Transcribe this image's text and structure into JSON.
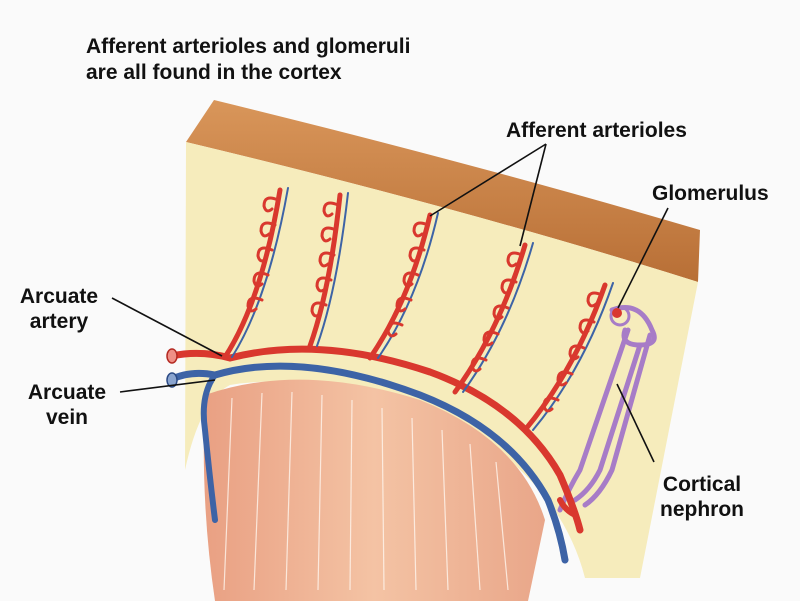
{
  "heading": {
    "line1": "Afferent arterioles and glomeruli",
    "line2": "are all found in the cortex"
  },
  "labels": {
    "afferent_arterioles": "Afferent arterioles",
    "glomerulus": "Glomerulus",
    "arcuate_artery_line1": "Arcuate",
    "arcuate_artery_line2": "artery",
    "arcuate_vein_line1": "Arcuate",
    "arcuate_vein_line2": "vein",
    "cortical_nephron_line1": "Cortical",
    "cortical_nephron_line2": "nephron"
  },
  "colors": {
    "background": "#fafafa",
    "capsule": "#c9834a",
    "cortex": "#f6ecbc",
    "medulla": "#eeb08e",
    "artery": "#d9382e",
    "vein": "#3d63a6",
    "nephron": "#a77cc7"
  }
}
